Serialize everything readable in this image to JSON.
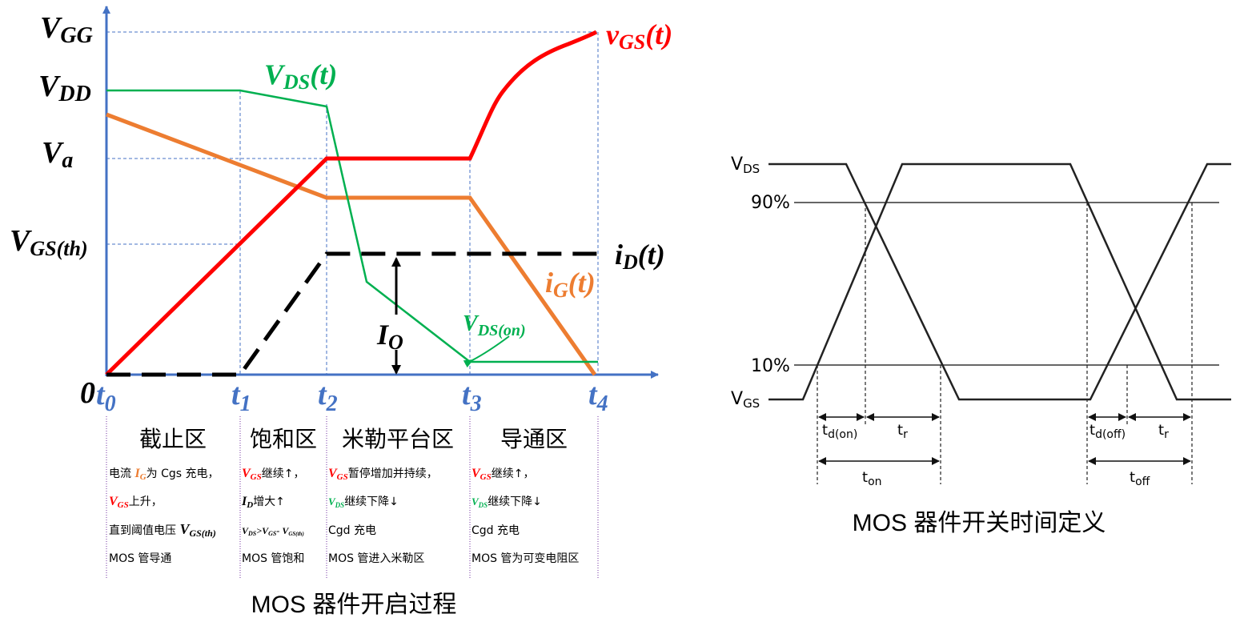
{
  "left_diagram": {
    "caption": "MOS 器件开启过程",
    "y_labels": {
      "vgg": "V",
      "vgg_sub": "GG",
      "vdd": "V",
      "vdd_sub": "DD",
      "va": "V",
      "va_sub": "a",
      "vgsth": "V",
      "vgsth_sub": "GS(th)",
      "zero": "0"
    },
    "t_labels": [
      {
        "main": "t",
        "sub": "0"
      },
      {
        "main": "t",
        "sub": "1"
      },
      {
        "main": "t",
        "sub": "2"
      },
      {
        "main": "t",
        "sub": "3"
      },
      {
        "main": "t",
        "sub": "4"
      }
    ],
    "curve_labels": {
      "vgs": "v",
      "vgs_sub": "GS",
      "vgs_tail": "(t)",
      "vds": "V",
      "vds_sub": "DS",
      "vds_tail": "(t)",
      "id": "i",
      "id_sub": "D",
      "id_tail": "(t)",
      "ig": "i",
      "ig_sub": "G",
      "ig_tail": "(t)",
      "vdson": "V",
      "vdson_sub": "DS(on)",
      "io": "I",
      "io_sub": "O"
    },
    "regions": [
      {
        "title": "截止区",
        "lines": [
          {
            "pre": "电流 ",
            "sym": "I",
            "sym_sub": "G",
            "sym_color": "orange",
            "post": "为 Cgs 充电，"
          },
          {
            "pre": "",
            "sym": "V",
            "sym_sub": "GS",
            "sym_color": "red",
            "post": "上升，"
          },
          {
            "pre": "直到阈值电压 ",
            "sym": "V",
            "sym_sub": "GS(th)",
            "sym_color": "black",
            "post": ""
          },
          {
            "pre": "MOS 管导通",
            "sym": "",
            "sym_sub": "",
            "sym_color": "black",
            "post": ""
          }
        ]
      },
      {
        "title": "饱和区",
        "lines": [
          {
            "pre": "",
            "sym": "V",
            "sym_sub": "GS",
            "sym_color": "red",
            "post": "继续↑，"
          },
          {
            "pre": "",
            "sym": "I",
            "sym_sub": "D",
            "sym_color": "black",
            "post": "增大↑"
          },
          {
            "pre": "",
            "sym": "",
            "sym_sub": "",
            "sym_color": "black",
            "post": "",
            "formula": [
              "V",
              "DS",
              ">V",
              "GS",
              "- V",
              "GS(th)"
            ]
          },
          {
            "pre": "MOS 管饱和",
            "sym": "",
            "sym_sub": "",
            "sym_color": "black",
            "post": ""
          }
        ]
      },
      {
        "title": "米勒平台区",
        "lines": [
          {
            "pre": "",
            "sym": "V",
            "sym_sub": "GS",
            "sym_color": "red",
            "post": "暂停增加并持续，"
          },
          {
            "pre": "",
            "sym": "V",
            "sym_sub": "DS",
            "sym_color": "green",
            "post": "继续下降↓"
          },
          {
            "pre": "Cgd 充电",
            "sym": "",
            "sym_sub": "",
            "sym_color": "black",
            "post": ""
          },
          {
            "pre": "MOS 管进入米勒区",
            "sym": "",
            "sym_sub": "",
            "sym_color": "black",
            "post": ""
          }
        ]
      },
      {
        "title": "导通区",
        "lines": [
          {
            "pre": "",
            "sym": "V",
            "sym_sub": "GS",
            "sym_color": "red",
            "post": "继续↑，"
          },
          {
            "pre": "",
            "sym": "V",
            "sym_sub": "DS",
            "sym_color": "green",
            "post": "继续下降↓"
          },
          {
            "pre": "Cgd 充电",
            "sym": "",
            "sym_sub": "",
            "sym_color": "black",
            "post": ""
          },
          {
            "pre": "MOS 管为可变电阻区",
            "sym": "",
            "sym_sub": "",
            "sym_color": "black",
            "post": ""
          }
        ]
      }
    ]
  },
  "right_diagram": {
    "caption": "MOS 器件开关时间定义",
    "labels": {
      "vds": "V",
      "vds_sub": "DS",
      "vgs": "V",
      "vgs_sub": "GS",
      "p90": "90%",
      "p10": "10%",
      "td_on": "t",
      "td_on_sub": "d(on)",
      "tr_1": "t",
      "tr_1_sub": "r",
      "ton": "t",
      "ton_sub": "on",
      "td_off": "t",
      "td_off_sub": "d(off)",
      "tr_2": "t",
      "tr_2_sub": "r",
      "toff": "t",
      "toff_sub": "off"
    }
  },
  "colors": {
    "axis": "#4472C4",
    "vgs": "#FF0000",
    "vds": "#00B050",
    "ig": "#ED7D31",
    "id": "#000000",
    "region_div": "#7030A0"
  }
}
